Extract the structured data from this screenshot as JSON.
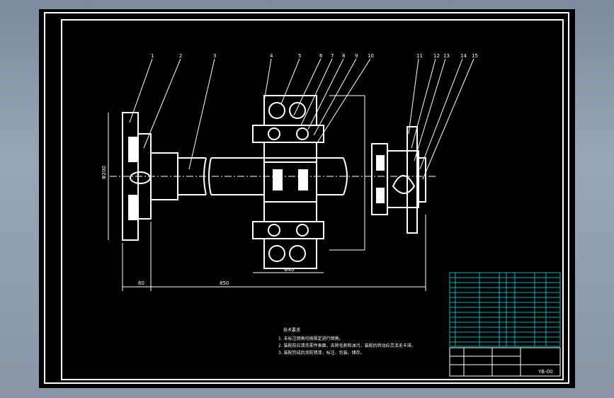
{
  "drawing": {
    "title_block_code": "YB-00",
    "balloons": [
      "1",
      "2",
      "3",
      "4",
      "5",
      "6",
      "7",
      "8",
      "9",
      "10",
      "11",
      "12",
      "13",
      "14",
      "15"
    ],
    "tech_req": {
      "heading": "技术要求",
      "lines": [
        "1. 未标注倒角均按规定进行倒角。",
        "2. 装配前应清洗零件表面，去除毛刺和油污，装配后转动应灵活无卡滞。",
        "3. 装配完成后涂防锈漆，标注、包装、储存。"
      ]
    },
    "dims": {
      "overall": "850",
      "center": "60",
      "bore": "Φ40",
      "flange": "Φ200"
    }
  },
  "colors": {
    "background": "#000000",
    "line": "#ffffff",
    "table_line": "#00e6e6",
    "gray_app": "#8a96a8"
  }
}
